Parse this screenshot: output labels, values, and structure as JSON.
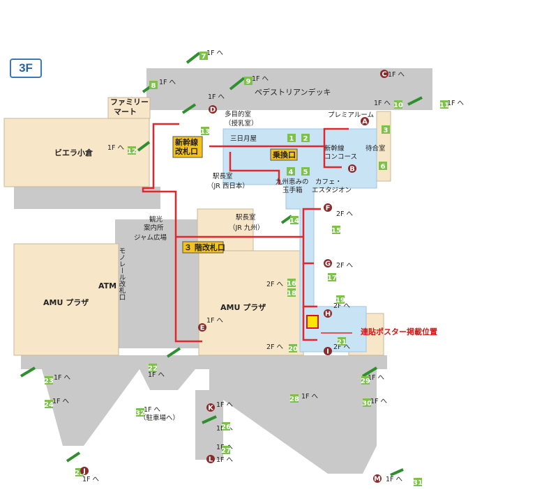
{
  "floor": "3F",
  "poster_note": "連貼ポスター掲載位置",
  "areas": {
    "pedestrian_deck": "ペデストリアンデッキ",
    "family_mart_1": "ファミリー",
    "family_mart_2": "マート",
    "bielle": "ビエラ小倉",
    "multi_room_1": "多目的室",
    "multi_room_2": "（授乳室）",
    "mikazuki": "三日月屋",
    "premier": "プレミアルーム",
    "shinkansen_gate_1": "新幹線",
    "shinkansen_gate_2": "改札口",
    "transfer_gate": "乗換口",
    "concourse_1": "新幹線",
    "concourse_2": "コンコース",
    "waiting_room": "待合室",
    "jr_west_1": "駅長室",
    "jr_west_2": "（JR 西日本）",
    "kyushu_tamate_1": "九州恵みの",
    "kyushu_tamate_2": "玉手箱",
    "cafe_1": "カフェ・",
    "cafe_2": "エスタジオン",
    "info_1": "観光",
    "info_2": "案内所",
    "jam_plaza": "ジャム広場",
    "jr_kyushu_1": "駅長室",
    "jr_kyushu_2": "（JR 九州）",
    "gate_3f": "３ 階改札口",
    "monorail": "モノレール改札口",
    "atm": "ATM",
    "amu_left": "AMU プラザ",
    "amu_center": "AMU プラザ",
    "parking": "（駐車場へ）"
  },
  "level_labels": {
    "to1f": "1F へ",
    "to2f": "2F へ"
  },
  "numbers": [
    "1",
    "2",
    "3",
    "4",
    "5",
    "6",
    "7",
    "8",
    "9",
    "10",
    "11",
    "12",
    "13",
    "14",
    "15",
    "16",
    "17",
    "18",
    "19",
    "20",
    "21",
    "22",
    "23",
    "24",
    "25",
    "26",
    "27",
    "28",
    "29",
    "30",
    "31",
    "32"
  ],
  "letters": [
    "A",
    "B",
    "C",
    "D",
    "E",
    "F",
    "G",
    "H",
    "I",
    "J",
    "K",
    "L",
    "M"
  ],
  "colors": {
    "corridor": "#c9c9c9",
    "zone_tan": "#f8e6c8",
    "zone_blue": "#c7e3f4",
    "route_red": "#e1262d",
    "gate_yellow": "#f4c21a",
    "number_green": "#7cc14a",
    "letter_brown": "#8a2a2a",
    "poster_yellow": "#ffe600"
  }
}
